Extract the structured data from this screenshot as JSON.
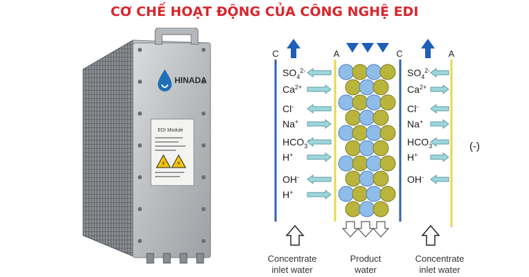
{
  "title": "CƠ CHẾ HOẠT ĐỘNG CỦA CÔNG NGHỆ EDI",
  "device": {
    "brand": "HINADA",
    "label_title": "EDI Module"
  },
  "diagram": {
    "membrane_letters": [
      "C",
      "A",
      "C",
      "A"
    ],
    "left_ions": [
      {
        "base": "SO",
        "sub": "4",
        "sup": "2-",
        "dir": "left"
      },
      {
        "base": "Ca",
        "sub": "",
        "sup": "2+",
        "dir": "right"
      },
      {
        "base": "Cl",
        "sub": "",
        "sup": "-",
        "dir": "left"
      },
      {
        "base": "Na",
        "sub": "",
        "sup": "+",
        "dir": "right"
      },
      {
        "base": "HCO",
        "sub": "3",
        "sup": "-",
        "dir": "left"
      },
      {
        "base": "H",
        "sub": "",
        "sup": "+",
        "dir": "right"
      },
      {
        "base": "OH",
        "sub": "",
        "sup": "-",
        "dir": "left"
      },
      {
        "base": "H",
        "sub": "",
        "sup": "+",
        "dir": "right"
      }
    ],
    "right_ions": [
      {
        "base": "SO",
        "sub": "4",
        "sup": "2-",
        "dir": "left"
      },
      {
        "base": "Ca",
        "sub": "",
        "sup": "2+",
        "dir": "right"
      },
      {
        "base": "Cl",
        "sub": "",
        "sup": "-",
        "dir": "left"
      },
      {
        "base": "Na",
        "sub": "",
        "sup": "+",
        "dir": "right"
      },
      {
        "base": "HCO",
        "sub": "3",
        "sup": "-",
        "dir": "left"
      },
      {
        "base": "H",
        "sub": "",
        "sup": "+",
        "dir": "right"
      },
      {
        "base": "OH",
        "sub": "",
        "sup": "-",
        "dir": "left"
      }
    ],
    "electrode_sign": "(-)",
    "captions": {
      "left": [
        "Concentrate",
        "inlet water"
      ],
      "center": [
        "Product",
        "water"
      ],
      "right": [
        "Concentrate",
        "inlet water"
      ]
    },
    "colors": {
      "cation_membrane": "#2f5fb3",
      "anion_membrane": "#e8d84a",
      "bead_blue": "#8fbce8",
      "bead_yellow": "#b9b53c",
      "arrow_fill": "#9fd6dd",
      "title_red": "#d7262e"
    }
  }
}
